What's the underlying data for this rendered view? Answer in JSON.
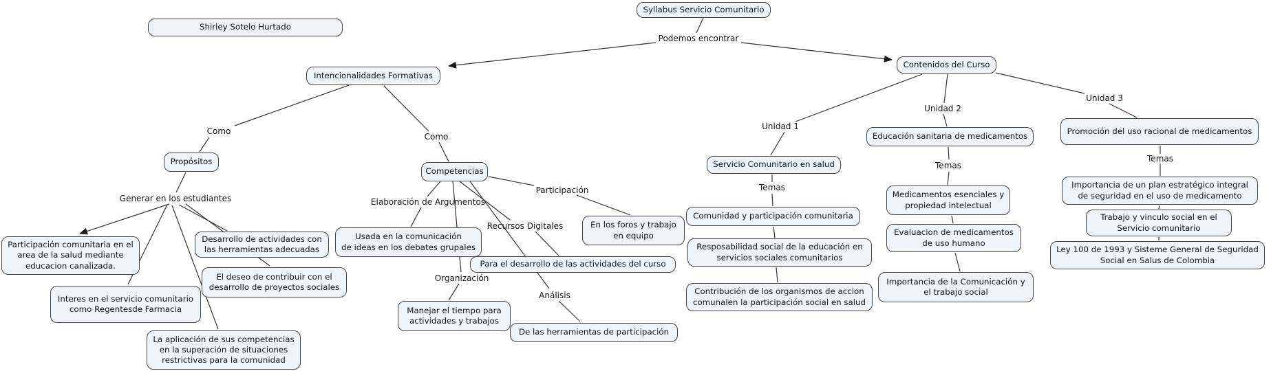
{
  "author": "Shirley Sotelo Hurtado",
  "concepts": {
    "root": "Syllabus Servicio Comunitario",
    "intencionalidades": "Intencionalidades Formativas",
    "propositos": "Propósitos",
    "competencias": "Competencias",
    "contenidos": "Contenidos del Curso",
    "participacion_comunitaria": "Participación comunitaria en el\narea de la salud mediante\neducacion canalizada.",
    "interes": "Interes en el servicio comunitario\ncomo Regentesde Farmacia",
    "aplicacion": "La aplicación de sus competencias\nen la superación de situaciones\nrestrictivas para la comunidad",
    "desarrollo": "Desarrollo de actividades con\nlas herramientas adecuadas",
    "deseo": "El deseo de contribuir con el\ndesarrollo de proyectos sociales",
    "usada": "Usada en la comunicación\nde ideas en los debates grupales",
    "manejar": "Manejar el tiempo para\nactividades y trabajos",
    "para_desarrollo": "Para el desarrollo de las actividades del curso",
    "herramientas": "De las herramientas de participación",
    "foros": "En los foros y trabajo\nen equipo",
    "servicio_salud": "Servicio Comunitario en salud",
    "comunidad": "Comunidad y participación comunitaria",
    "resposabilidad": "Resposabilidad social de la educación en\nservicios sociales comunitarios",
    "contribucion": "Contribución de los organismos de accion\ncomunalen la participación social en salud",
    "educacion_sanitaria": "Educación sanitaria de medicamentos",
    "medicamentos": "Medicamentos esenciales y\npropiedad intelectual",
    "evaluacion": "Evaluacion de medicamentos\nde uso humano",
    "importancia_comunicacion": "Importancia de la Comunicación y\nel trabajo social",
    "promocion": "Promoción del uso racional de medicamentos",
    "importancia_plan": "Importancia de un plan estratégico integral\nde seguridad en el uso de medicamento",
    "trabajo_vinculo": "Trabajo y vinculo social en el\nServicio comunitario",
    "ley100": "Ley 100 de 1993 y Sisteme General de Seguridad\nSocial en Salus de Colombia"
  },
  "links": {
    "podemos": "Podemos encontrar",
    "como_left": "Como",
    "como_right": "Como",
    "generar": "Generar en los estudiantes",
    "elaboracion": "Elaboración de Argumentos",
    "organizacion": "Organización",
    "recursos": "Recursos Digitales",
    "analisis": "Análisis",
    "participacion": "Participación",
    "unidad1": "Unidad 1",
    "unidad2": "Unidad 2",
    "unidad3": "Unidad 3",
    "temas1": "Temas",
    "temas2": "Temas",
    "temas3": "Temas"
  },
  "colors": {
    "node_fill": "#eef4f9",
    "node_border": "#444444",
    "line": "#333333",
    "text": "#0f1417",
    "background": "#ffffff"
  }
}
